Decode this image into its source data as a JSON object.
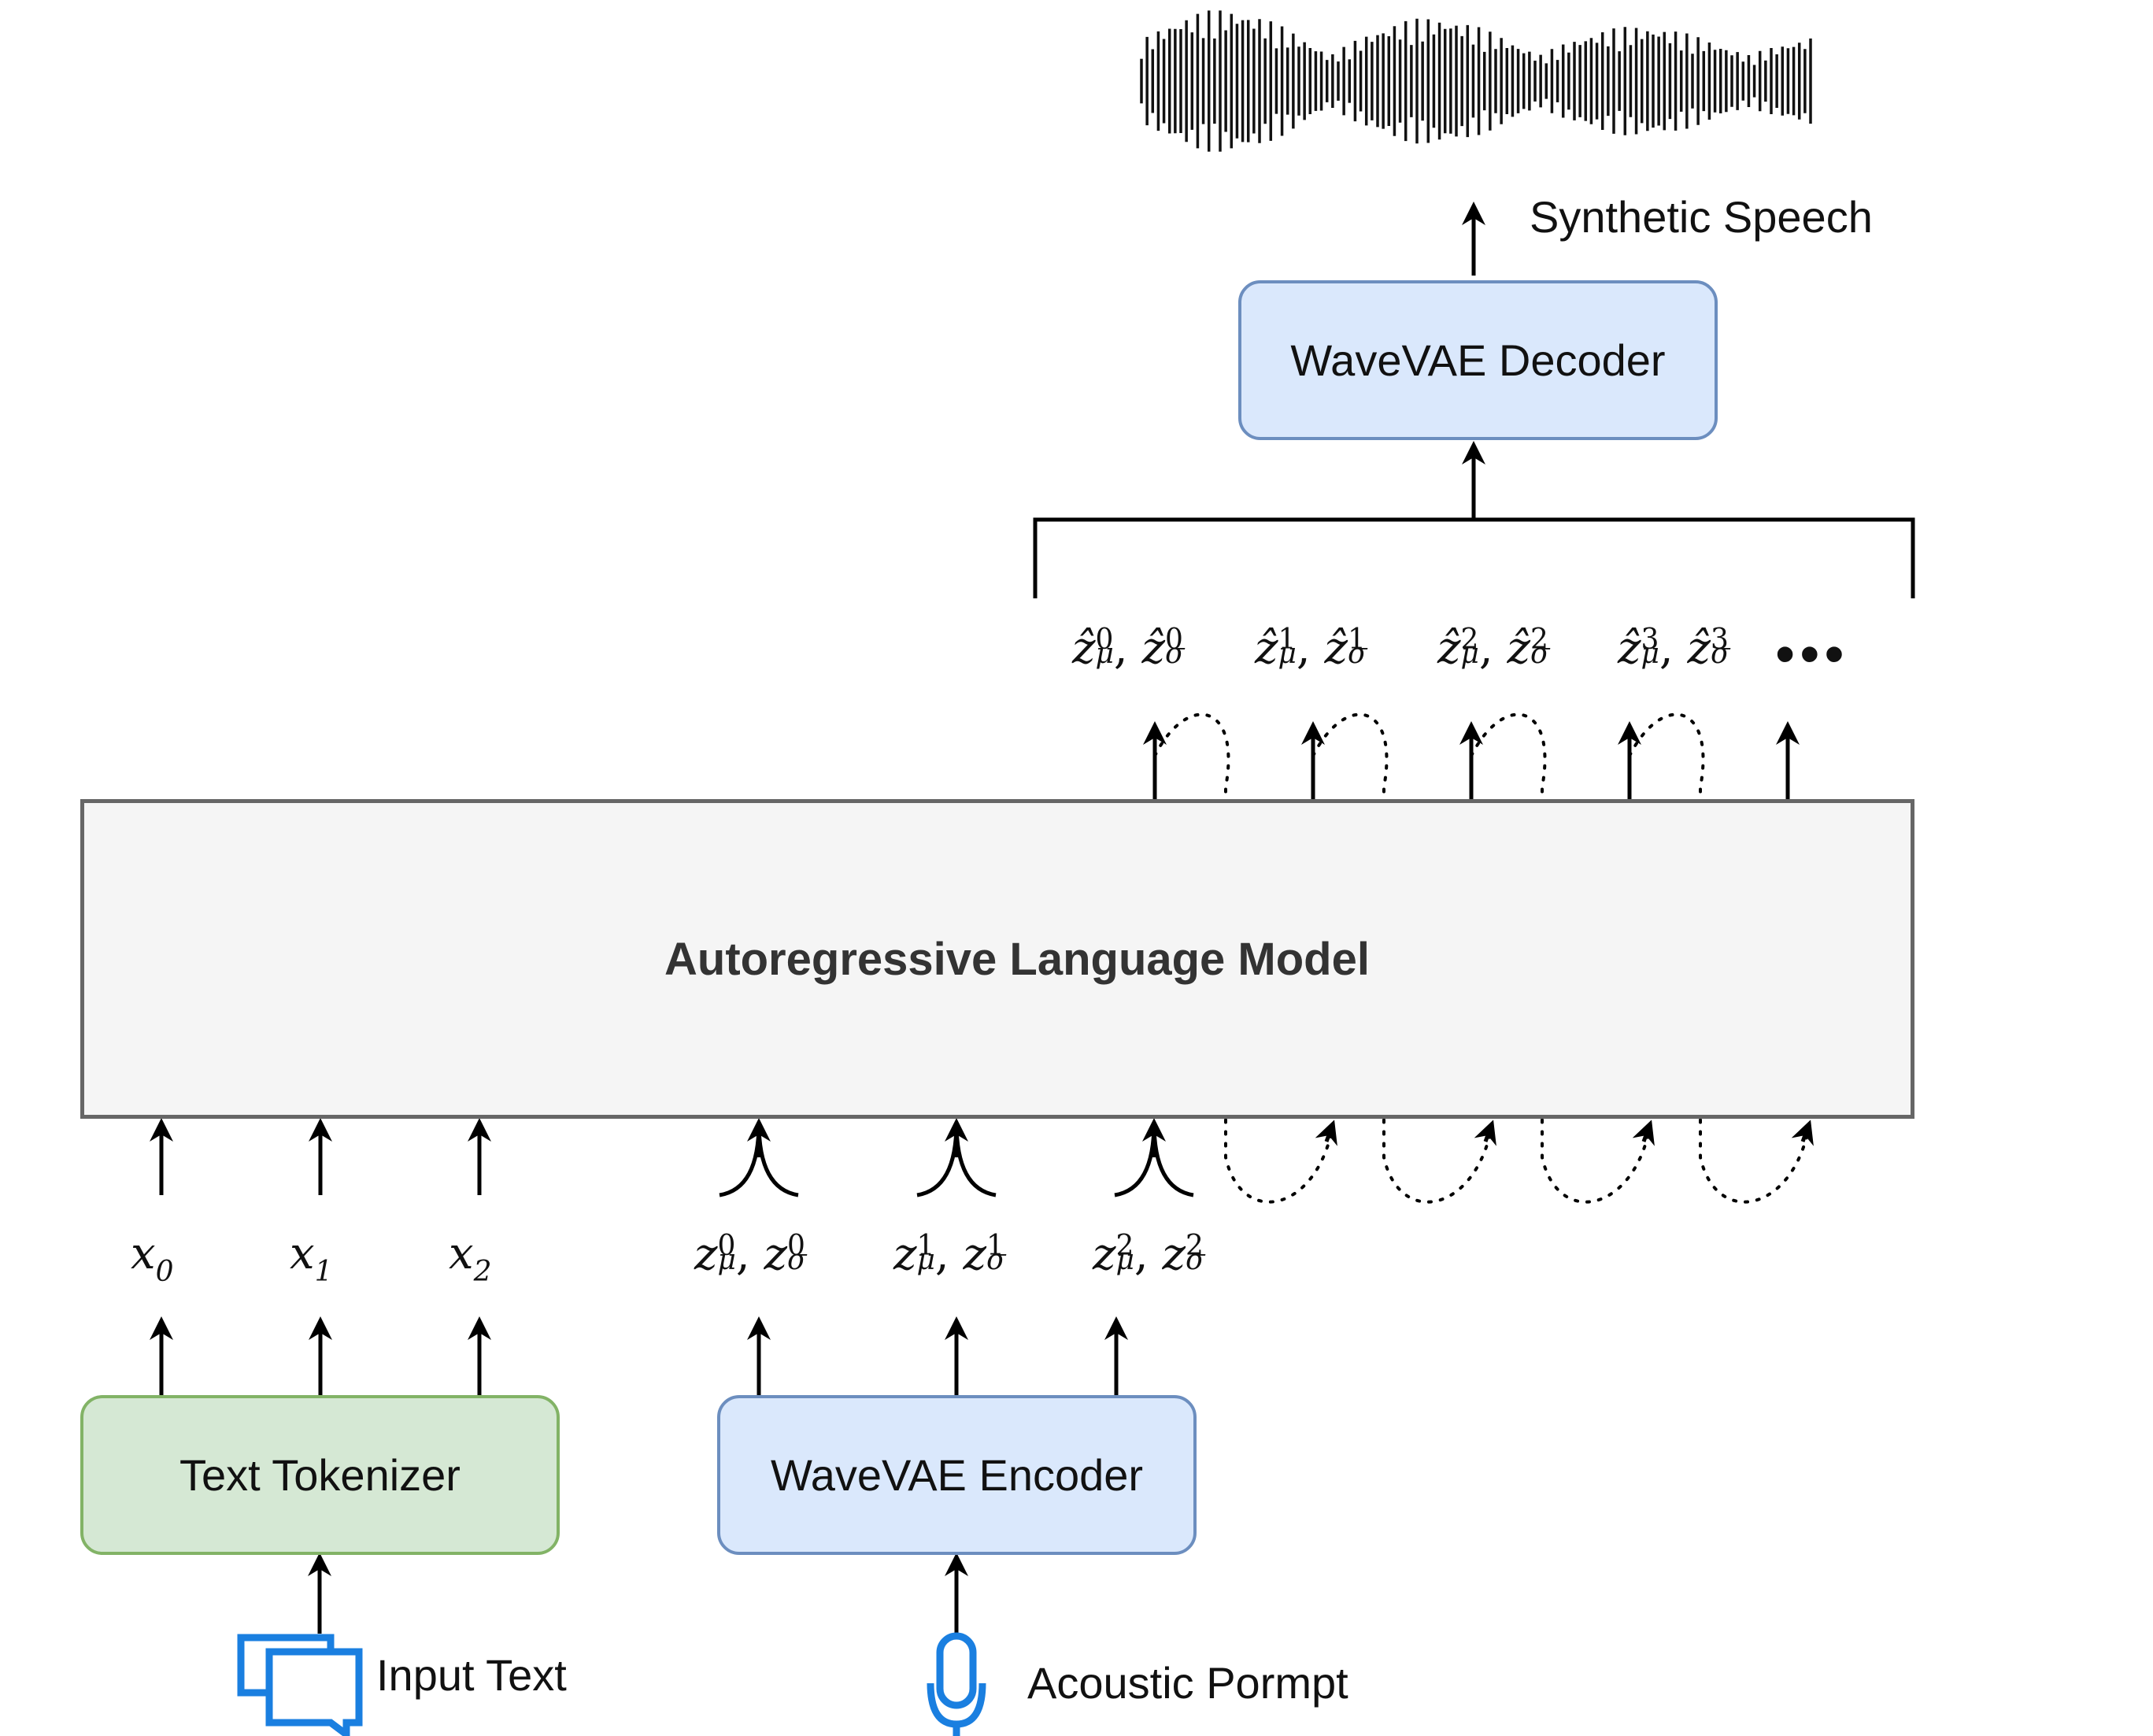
{
  "boxes": {
    "text_tokenizer": "Text Tokenizer",
    "wavevae_encoder": "WaveVAE Encoder",
    "wavevae_decoder": "WaveVAE Decoder",
    "language_model": "Autoregressive Language Model"
  },
  "labels": {
    "input_text": "Input Text",
    "acoustic_prompt": "Acoustic Pormpt",
    "synthetic_speech": "Synthetic Speech"
  },
  "text_tokens": [
    {
      "base": "x",
      "sub": "0"
    },
    {
      "base": "x",
      "sub": "1"
    },
    {
      "base": "x",
      "sub": "2"
    }
  ],
  "latent_tokens": [
    {
      "index": "0",
      "mu": "μ",
      "sigma": "σ"
    },
    {
      "index": "1",
      "mu": "μ",
      "sigma": "σ"
    },
    {
      "index": "2",
      "mu": "μ",
      "sigma": "σ"
    }
  ],
  "predicted_tokens": [
    {
      "index": "0",
      "mu": "μ",
      "sigma": "σ"
    },
    {
      "index": "1",
      "mu": "μ",
      "sigma": "σ"
    },
    {
      "index": "2",
      "mu": "μ",
      "sigma": "σ"
    },
    {
      "index": "3",
      "mu": "μ",
      "sigma": "σ"
    }
  ],
  "continuation": "•••",
  "icons": {
    "input_text": "chat-bubbles-icon",
    "acoustic_prompt": "microphone-icon",
    "speech": "waveform-icon"
  },
  "colors": {
    "green_fill": "#d5e8d4",
    "green_stroke": "#82b366",
    "blue_fill": "#dae8fc",
    "blue_stroke": "#6c8ebf",
    "gray_fill": "#f5f5f5",
    "gray_stroke": "#666666",
    "icon_blue": "#1a7fe0"
  }
}
